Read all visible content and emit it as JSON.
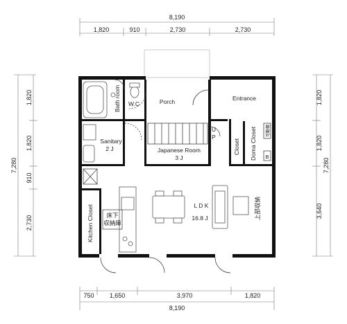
{
  "dimensions": {
    "top_total": "8,190",
    "top_segments": [
      "1,820",
      "910",
      "2,730",
      "2,730"
    ],
    "bottom_segments": [
      "750",
      "1,650",
      "3,970",
      "1,820"
    ],
    "bottom_total": "8,190",
    "left_total": "7,280",
    "left_segments": [
      "1,820",
      "1,820",
      "910",
      "2,730"
    ],
    "right_total": "7,280",
    "right_segments": [
      "1,820",
      "1,820",
      "3,640"
    ]
  },
  "rooms": {
    "bath": "Bath room",
    "wc": "W.C",
    "porch": "Porch",
    "entrance": "Entrance",
    "sanitary": "Sanitary",
    "sanitary_size": "2 J",
    "japanese": "Japanese Room",
    "japanese_size": "3 J",
    "up": "U",
    "up2": "P",
    "closet": "Closet",
    "doma_closet": "Doma Closet",
    "kakedai": "可動棚",
    "b_label": "B",
    "kitchen_closet": "Kitchen Closet",
    "underfloor_1": "床下",
    "underfloor_2": "収納庫",
    "ldk": "L D K",
    "ldk_size": "16.8 J",
    "upper_storage": "上部収納"
  }
}
